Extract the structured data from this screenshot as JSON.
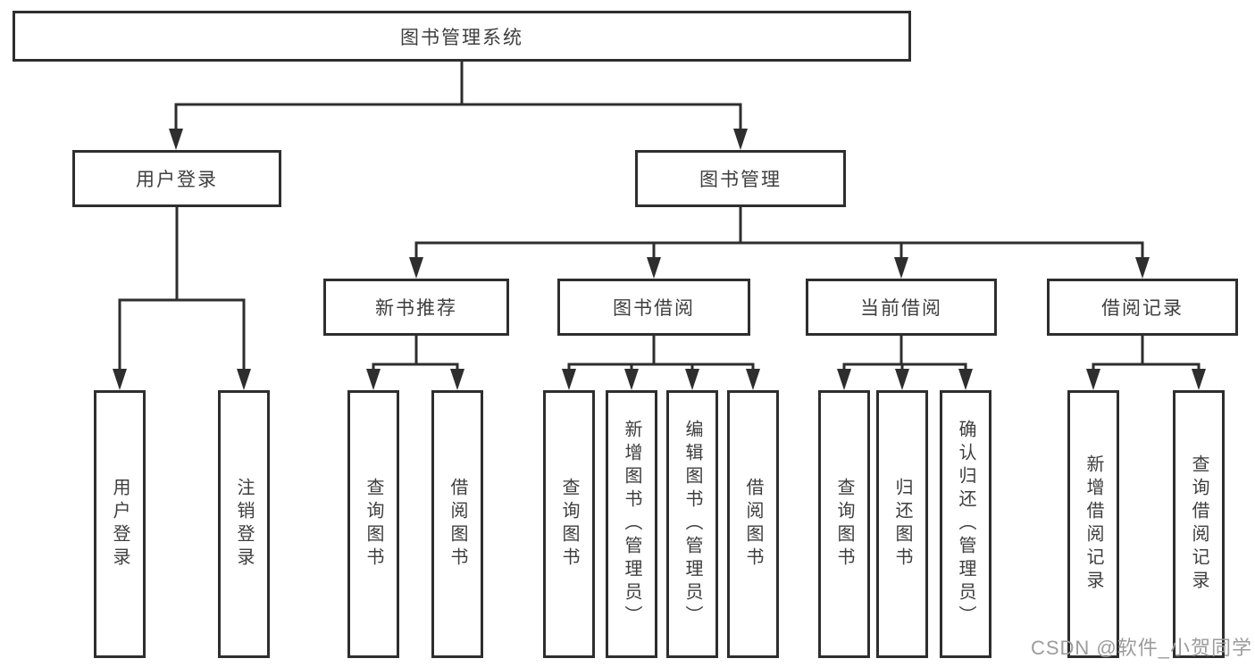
{
  "diagram": {
    "title": "图书管理系统",
    "tree": {
      "label": "图书管理系统",
      "children": [
        {
          "label": "用户登录",
          "children": [
            {
              "label": "用户登录"
            },
            {
              "label": "注销登录"
            }
          ]
        },
        {
          "label": "图书管理",
          "children": [
            {
              "label": "新书推荐",
              "children": [
                {
                  "label": "查询图书"
                },
                {
                  "label": "借阅图书"
                }
              ]
            },
            {
              "label": "图书借阅",
              "children": [
                {
                  "label": "查询图书"
                },
                {
                  "label": "新增图书（管理员）"
                },
                {
                  "label": "编辑图书（管理员）"
                },
                {
                  "label": "借阅图书"
                }
              ]
            },
            {
              "label": "当前借阅",
              "children": [
                {
                  "label": "查询图书"
                },
                {
                  "label": "归还图书"
                },
                {
                  "label": "确认归还（管理员）"
                }
              ]
            },
            {
              "label": "借阅记录",
              "children": [
                {
                  "label": "新增借阅记录"
                },
                {
                  "label": "查询借阅记录"
                }
              ]
            }
          ]
        }
      ]
    },
    "colors": {
      "line": "#2e2e2e",
      "text": "#3e3e3e",
      "background": "#ffffff",
      "watermark": "#9c9c9c"
    }
  },
  "watermark": {
    "text": "CSDN @软件_小贺同学"
  }
}
